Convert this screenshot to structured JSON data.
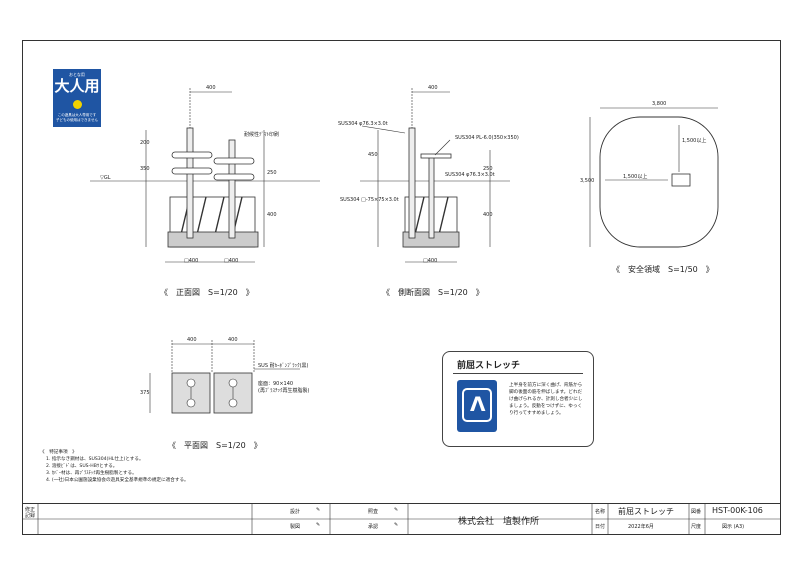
{
  "badge": {
    "top_text": "おとな用",
    "main_text": "大人用",
    "line1": "この遊具は大人専用です",
    "line2": "子どもの使用はできません"
  },
  "front_view": {
    "title": "《　正面図　S=1/20　》",
    "dim_top": "400",
    "dim_h1": "200",
    "dim_h2": "350",
    "dim_h3": "250",
    "dim_h4": "400",
    "gl": "▽GL",
    "callout": "耐候性ﾃﾞﾏﾄ印刷",
    "base1": "□400",
    "base2": "□400"
  },
  "side_view": {
    "title": "《　側断面図　S=1/20　》",
    "dim_top": "400",
    "dim_h1": "450",
    "dim_h2": "250",
    "dim_h3": "400",
    "callout1": "SUS304 φ76.3×3.0t",
    "callout2": "SUS304 PL-6.0(350×350)",
    "callout3": "SUS304 φ76.3×3.0t",
    "callout4": "SUS304 □-75×75×3.0t",
    "base": "□400"
  },
  "safety_area": {
    "title": "《　安全領域　S=1/50　》",
    "width": "3,800",
    "height": "3,500",
    "inner_h": "1,500以上",
    "inner_v": "1,500以上"
  },
  "plan_view": {
    "title": "《　平面図　S=1/20　》",
    "dim1": "400",
    "dim2": "400",
    "dim_side": "375",
    "callout1": "SUS 耐ｶｰﾎﾞﾝﾌﾞﾗｯｸ(黒)",
    "callout2": "座面：90×140",
    "callout3": "(再ﾌﾞﾗｽﾁｯｸ再生樹脂製)"
  },
  "sign": {
    "title": "前屈ストレッチ",
    "glyph": "ᐱ",
    "desc": "上半身を前方に深く曲げ、背筋から脚の後面の筋を伸ばします。どれだけ曲げられるか、計測し合者少にしましょう。反動をつけずに、ゆっくり行ってすすめましょう。"
  },
  "notes": {
    "heading": "《　特記事項　》",
    "items": [
      "1. 指示なき鋼材は、SUS304(HL仕上)とする。",
      "2. 溶接ﾋﾞﾄﾞは、SUS-HBｳとする。",
      "3. ｶﾊﾞｰ材は、再ﾌﾞﾗｽﾁｯｸ再生樹脂製とする。",
      "4. (一社)日本公園施設業協会の遊具安全基準規準の規定に適合する。"
    ]
  },
  "title_block": {
    "left_label": "修正記録",
    "check1": "設計",
    "check2": "製図",
    "check3": "照査",
    "check4": "承認",
    "mark": "✎",
    "company": "株式会社　埴製作所",
    "name_label": "名称",
    "name": "前屈ストレッチ",
    "date": "2022年6月",
    "date_label": "日付",
    "drawing_no_label": "図番",
    "drawing_no": "HST-00K-106",
    "scale_label": "尺度",
    "scale": "図示 (A3)"
  }
}
